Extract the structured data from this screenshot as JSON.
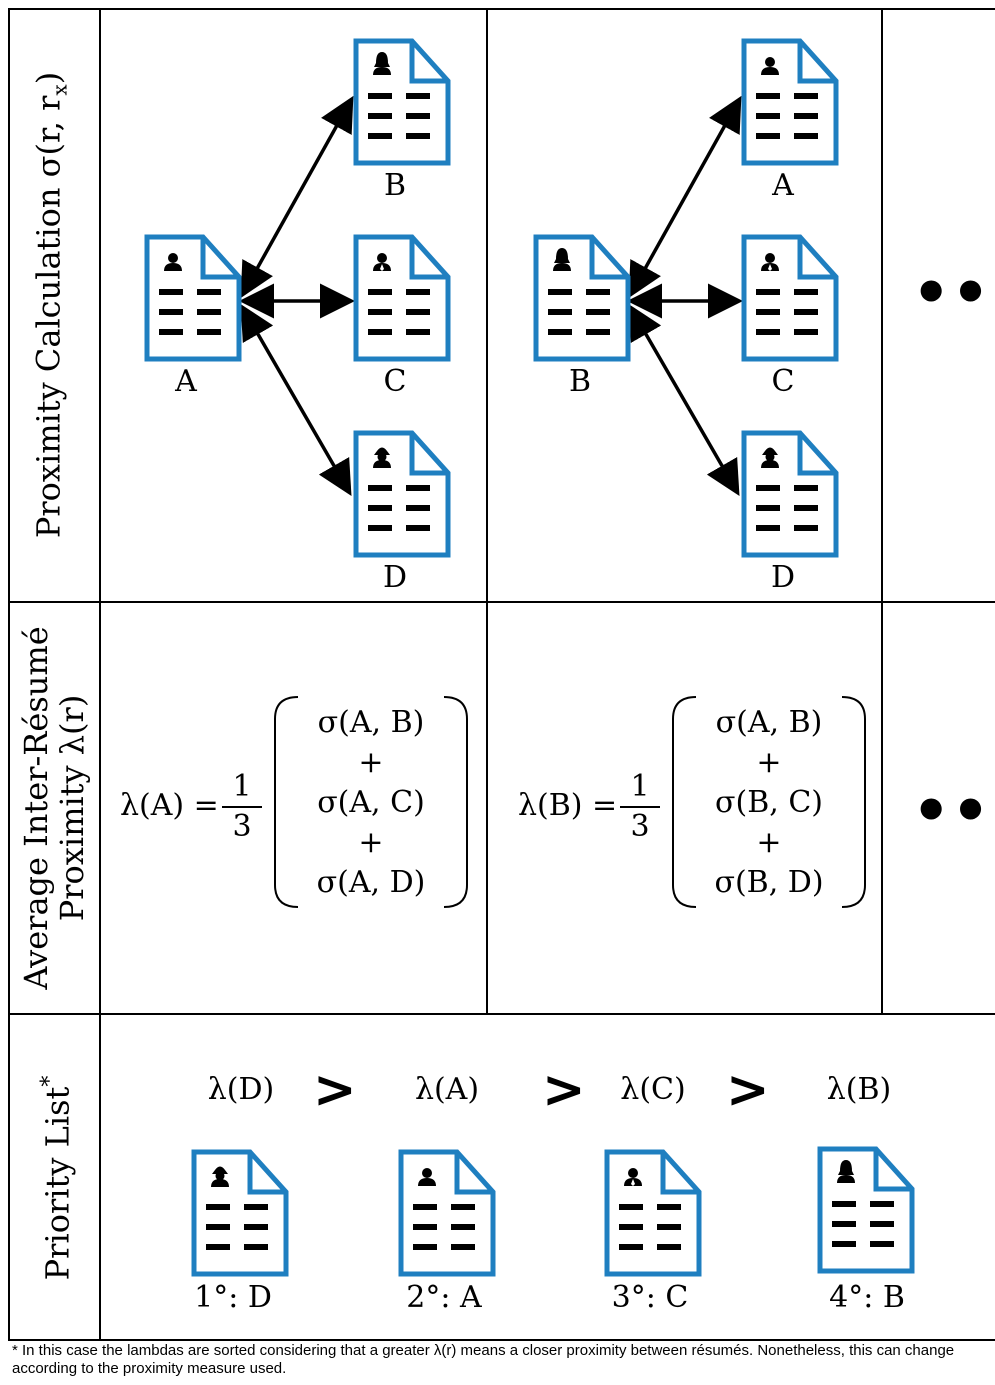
{
  "rows": {
    "proximity_title": "Proximity Calculation σ(r, r",
    "proximity_subscript": "x",
    "proximity_close": ")",
    "average_title_line1": "Average Inter-Résumé",
    "average_title_line2": "Proximity λ(r)",
    "priority_title": "Priority List",
    "priority_mark": "*"
  },
  "panel1": {
    "source": "A",
    "targets": [
      "B",
      "C",
      "D"
    ]
  },
  "panel2": {
    "source": "B",
    "targets": [
      "A",
      "C",
      "D"
    ]
  },
  "ellipsis": "•••",
  "formula1": {
    "lhs": "λ(A) =",
    "num": "1",
    "den": "3",
    "terms": [
      "σ(A, B)",
      "+",
      "σ(A, C)",
      "+",
      "σ(A, D)"
    ]
  },
  "formula2": {
    "lhs": "λ(B) =",
    "num": "1",
    "den": "3",
    "terms": [
      "σ(A, B)",
      "+",
      "σ(B, C)",
      "+",
      "σ(B, D)"
    ]
  },
  "priority": {
    "lambdas": [
      "λ(D)",
      "λ(A)",
      "λ(C)",
      "λ(B)"
    ],
    "gt": ">",
    "ranks": [
      "1°: D",
      "2°: A",
      "3°: C",
      "4°: B"
    ]
  },
  "colors": {
    "doc_stroke": "#1f7fc0",
    "ink": "#000000"
  },
  "footnote": "* In this case the lambdas are sorted considering that a greater λ(r) means a closer proximity between résumés. Nonetheless, this can change according to the proximity measure used."
}
